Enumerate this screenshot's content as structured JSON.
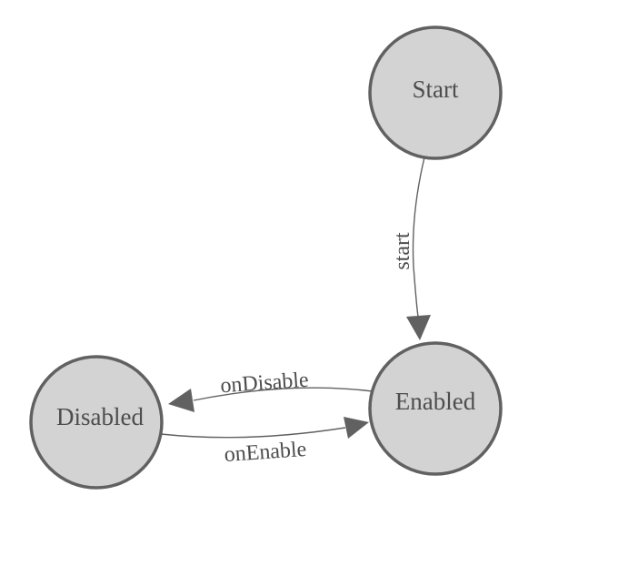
{
  "diagram": {
    "type": "state-machine",
    "colors": {
      "background": "#ffffff",
      "node_fill": "#d3d3d3",
      "node_stroke": "#616161",
      "edge": "#616161",
      "label": "#4d4d4d"
    },
    "nodes": [
      {
        "id": "start",
        "label": "Start"
      },
      {
        "id": "enabled",
        "label": "Enabled"
      },
      {
        "id": "disabled",
        "label": "Disabled"
      }
    ],
    "edges": [
      {
        "id": "start-transition",
        "label": "start",
        "from": "Start",
        "to": "Enabled"
      },
      {
        "id": "on-disable",
        "label": "onDisable",
        "from": "Enabled",
        "to": "Disabled"
      },
      {
        "id": "on-enable",
        "label": "onEnable",
        "from": "Disabled",
        "to": "Enabled"
      }
    ]
  }
}
